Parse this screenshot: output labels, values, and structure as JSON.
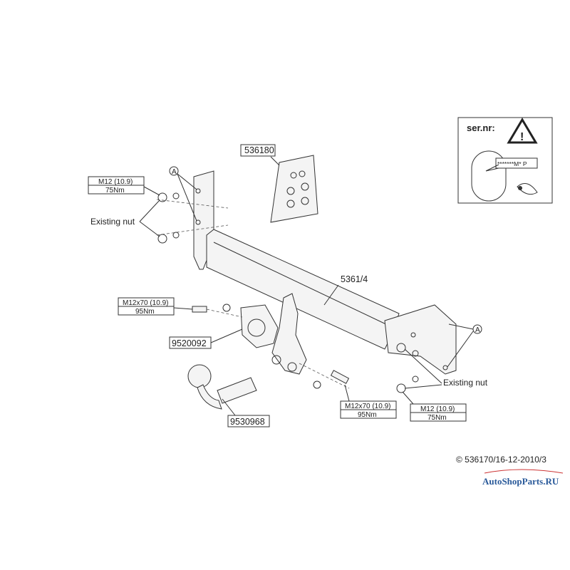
{
  "serial_box": {
    "title": "ser.nr:",
    "plate_text": "*******M* P"
  },
  "parts": {
    "bracket_kit": "536180",
    "crossbar": "5361/4",
    "socket_plate": "9520092",
    "towball": "9530968"
  },
  "callouts": {
    "left_bolt": {
      "spec": "M12 (10.9)",
      "torque": "75Nm"
    },
    "left_nut": "Existing nut",
    "left_ref": "A",
    "center_bolt": {
      "spec": "M12x70 (10.9)",
      "torque": "95Nm"
    },
    "lower_bolt": {
      "spec": "M12x70 (10.9)",
      "torque": "95Nm"
    },
    "right_nut": "Existing nut",
    "right_bolt": {
      "spec": "M12 (10.9)",
      "torque": "75Nm"
    },
    "right_ref": "A"
  },
  "footer": {
    "copyright": "© 536170/16-12-2010/3",
    "watermark": "AutoShopParts.RU"
  },
  "colors": {
    "line": "#333333",
    "watermark": "#2a5a9a"
  }
}
